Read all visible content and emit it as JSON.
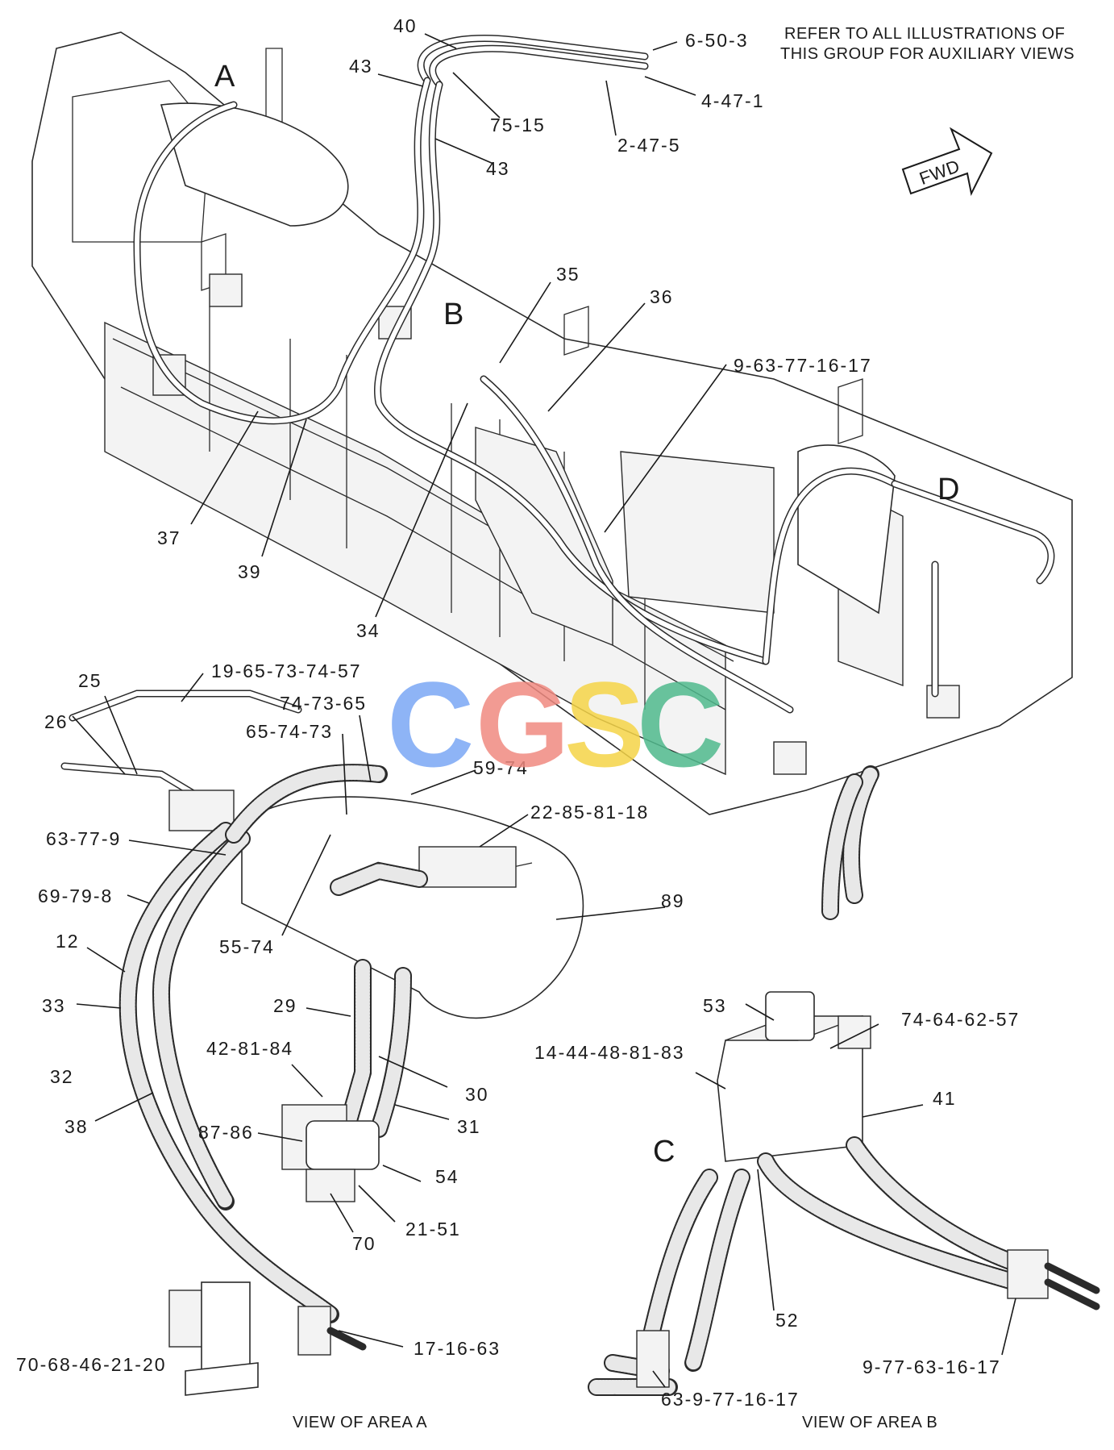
{
  "note": {
    "line1": "REFER TO ALL ILLUSTRATIONS OF",
    "line2": "THIS GROUP FOR AUXILIARY VIEWS"
  },
  "fwd_label": "FWD",
  "area_letters": {
    "A": "A",
    "B": "B",
    "C": "C",
    "D": "D"
  },
  "view_labels": {
    "area_a": "VIEW OF AREA A",
    "area_b": "VIEW OF AREA B"
  },
  "watermark": {
    "letters": [
      "C",
      "G",
      "S",
      "C"
    ],
    "colors": [
      "#7aa7f5",
      "#f08a80",
      "#f5d347",
      "#4fb88c"
    ]
  },
  "callouts": [
    "40",
    "6-50-3",
    "43",
    "4-47-1",
    "75-15",
    "43",
    "2-47-5",
    "35",
    "36",
    "9-63-77-16-17",
    "37",
    "39",
    "34",
    "25",
    "19-65-73-74-57",
    "74-73-65",
    "26",
    "65-74-73",
    "59-74",
    "22-85-81-18",
    "63-77-9",
    "69-79-8",
    "89",
    "12",
    "55-74",
    "53",
    "74-64-62-57",
    "33",
    "29",
    "14-44-48-81-83",
    "42-81-84",
    "32",
    "30",
    "41",
    "38",
    "31",
    "87-86",
    "C",
    "54",
    "21-51",
    "70",
    "52",
    "17-16-63",
    "70-68-46-21-20",
    "9-77-63-16-17",
    "63-9-77-16-17"
  ]
}
